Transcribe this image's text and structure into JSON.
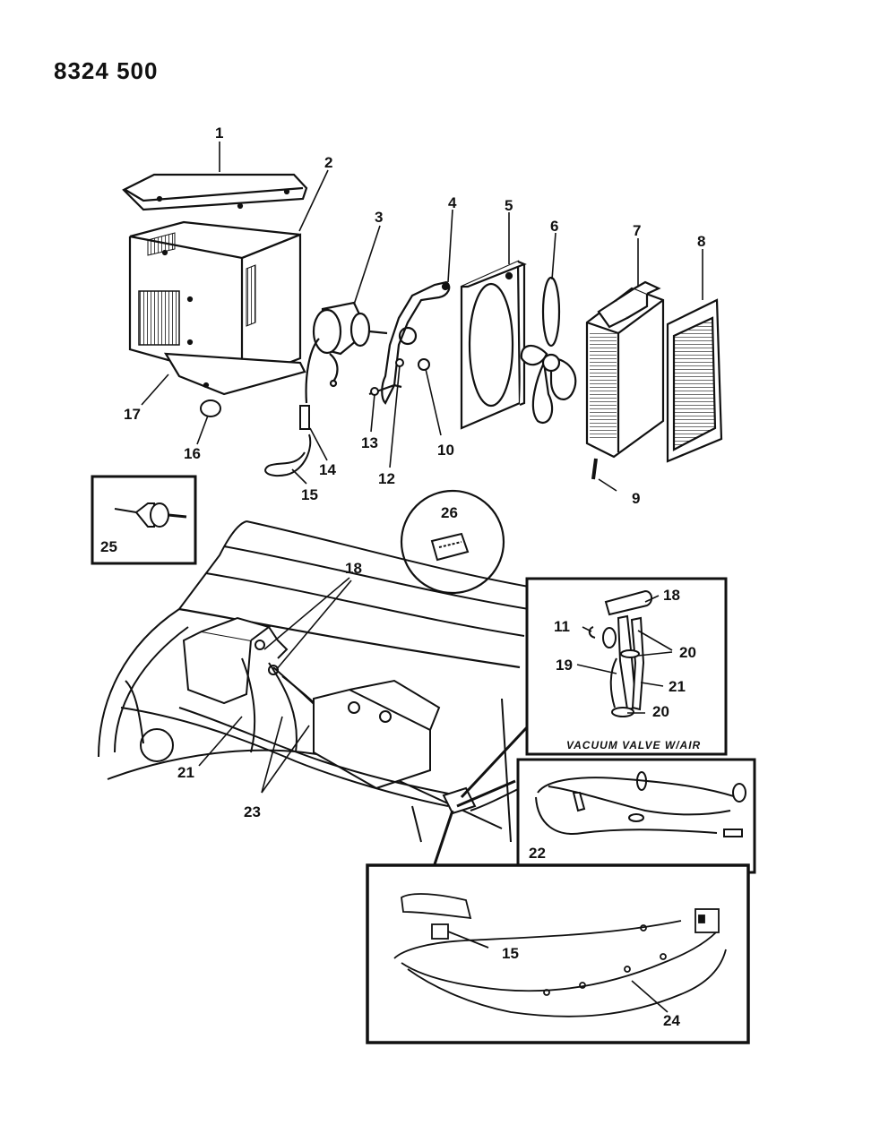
{
  "figure_code": "8324 500",
  "callouts": {
    "c1": "1",
    "c2": "2",
    "c3": "3",
    "c4": "4",
    "c5": "5",
    "c6": "6",
    "c7": "7",
    "c8": "8",
    "c9": "9",
    "c10": "10",
    "c12": "12",
    "c13": "13",
    "c14": "14",
    "c15": "15",
    "c16": "16",
    "c17": "17",
    "c21": "21",
    "c23": "23",
    "c18": "18",
    "c25": "25",
    "c26": "26",
    "inset_vac_18": "18",
    "inset_vac_11": "11",
    "inset_vac_20a": "20",
    "inset_vac_19": "19",
    "inset_vac_21": "21",
    "inset_vac_20b": "20",
    "inset_cable_22": "22",
    "inset_harness_15": "15",
    "inset_harness_24": "24"
  },
  "captions": {
    "vacuum_valve": "VACUUM VALVE W/AIR"
  },
  "colors": {
    "ink": "#111111",
    "paper": "#ffffff"
  }
}
